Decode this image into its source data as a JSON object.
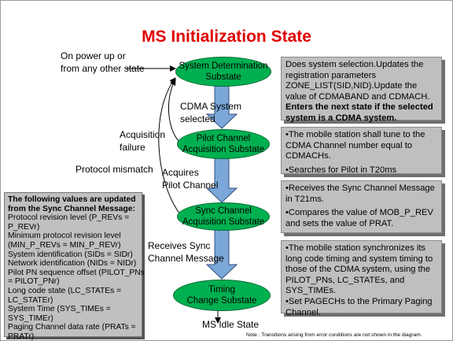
{
  "title": "MS Initialization State",
  "labels": {
    "power_up": "On power up or\nfrom any other state",
    "cdma_selected": "CDMA System\nselected",
    "acq_failure": "Acquisition\nfailure",
    "protocol_mismatch": "Protocol mismatch",
    "acquires_pilot": "Acquires\nPilot Channel",
    "receives_sync": "Receives Sync\nChannel Message",
    "idle_state": "MS Idle State"
  },
  "states": [
    {
      "line1": "System Determination",
      "line2": "Substate"
    },
    {
      "line1": "Pilot Channel",
      "line2": "Acquisition Substate"
    },
    {
      "line1": "Sync Channel",
      "line2": "Acquisition Substate"
    },
    {
      "line1": "Timing",
      "line2": "Change Substate"
    }
  ],
  "descriptions": {
    "system_determination": {
      "text": "Does system selection.Updates the registration parameters ZONE_LIST(SID,NID).Update the value of CDMABAND and CDMACH.",
      "bold": "Enters the next  state if the selected system is a CDMA system."
    },
    "pilot": [
      "•The mobile station shall tune to the CDMA Channel number equal to CDMACHs.",
      "•Searches for Pilot in T20ms"
    ],
    "sync": [
      "•Receives the Sync Channel Message in T21ms.",
      "•Compares the value of MOB_P_REV and sets the value of PRAT."
    ],
    "timing": [
      "•The mobile station synchronizes its long code timing and system timing to those of the CDMA system, using the PILOT_PNs, LC_STATEs, and SYS_TIMEs.",
      "•Set PAGECHs to the Primary Paging Channel."
    ]
  },
  "sync_values": {
    "header": [
      "The following values are updated",
      "from the Sync Channel Message:"
    ],
    "lines": [
      "Protocol revision level (P_REVs =",
      "P_REVr)",
      "Minimum protocol revision level",
      "(MIN_P_REVs = MIN_P_REVr)",
      "System identification (SIDs = SIDr)",
      "Network identification (NIDs = NIDr)",
      "Pilot PN sequence offset (PILOT_PNs",
      "= PILOT_PNr)",
      "Long code state (LC_STATEs =",
      "LC_STATEr)",
      "System Time (SYS_TIMEs =",
      "SYS_TIMEr)",
      "Paging Channel data rate (PRATs =",
      "PRATr)"
    ]
  },
  "note": "Note : Transitions arising from error conditions are not shown in the diagram.",
  "colors": {
    "title": "#e00000",
    "state": "#00b050",
    "arrow": "#7ba7d9",
    "box": "#bfbfbf"
  }
}
